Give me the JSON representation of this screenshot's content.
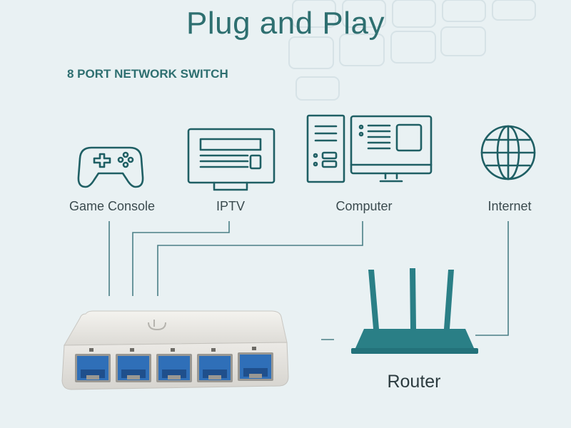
{
  "header": {
    "title": "Plug and Play",
    "subtitle": "8 PORT NETWORK SWITCH"
  },
  "devices": [
    {
      "label": "Game Console",
      "icon": "gamepad-icon"
    },
    {
      "label": "IPTV",
      "icon": "tv-icon"
    },
    {
      "label": "Computer",
      "icon": "desktop-computer-icon"
    },
    {
      "label": "Internet",
      "icon": "globe-icon"
    }
  ],
  "router": {
    "label": "Router",
    "icon": "router-icon"
  },
  "switch": {
    "icon": "network-switch-icon",
    "port_count_visible": 5
  },
  "colors": {
    "accent": "#2e6f70",
    "icon_stroke": "#1f5f64",
    "background": "#e9f1f3",
    "port_blue": "#2f6fb8",
    "switch_body": "#e7e5e1",
    "line": "#4b7f86"
  }
}
